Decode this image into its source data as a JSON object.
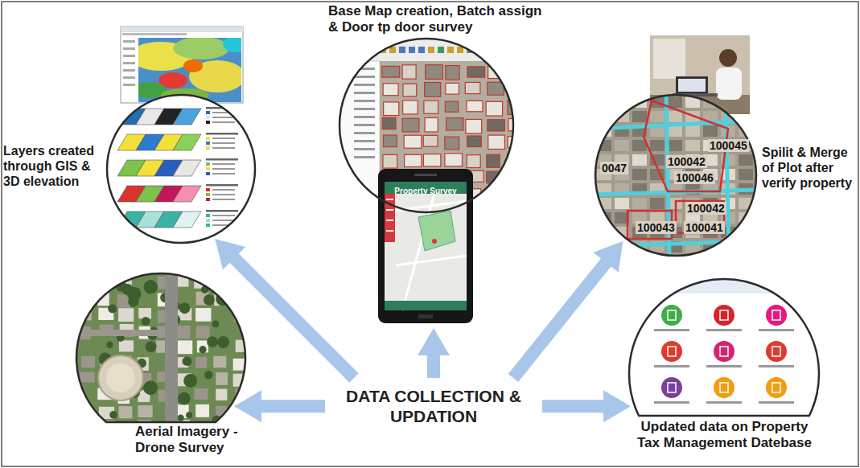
{
  "diagram": {
    "nodes": [
      {
        "text": [
          "Base Map creation, Batch assign & Door tp door survey"
        ]
      },
      {
        "text": [
          "Layers created through GIS & 3D elevation"
        ]
      },
      {
        "text": [
          "Spilit & Merge of Plot after verify property"
        ]
      },
      {
        "text": [
          "Aerial Imagery - Drone Survey"
        ]
      },
      {
        "text": [
          "DATA COLLECTION & UPDATION"
        ]
      },
      {
        "text": [
          "Updated data on Property Tax Management Datebase"
        ]
      }
    ],
    "edges": [
      {
        "from": 4,
        "to": 0,
        "arrow": "to"
      },
      {
        "from": 4,
        "to": 1,
        "arrow": "to"
      },
      {
        "from": 4,
        "to": 2,
        "arrow": "to"
      },
      {
        "from": 4,
        "to": 3,
        "arrow": "to"
      },
      {
        "from": 4,
        "to": 5,
        "arrow": "to"
      }
    ],
    "labels": [
      "Property Survey",
      "0047",
      "100042",
      "100045",
      "100046",
      "100042",
      "100043",
      "100041"
    ]
  }
}
